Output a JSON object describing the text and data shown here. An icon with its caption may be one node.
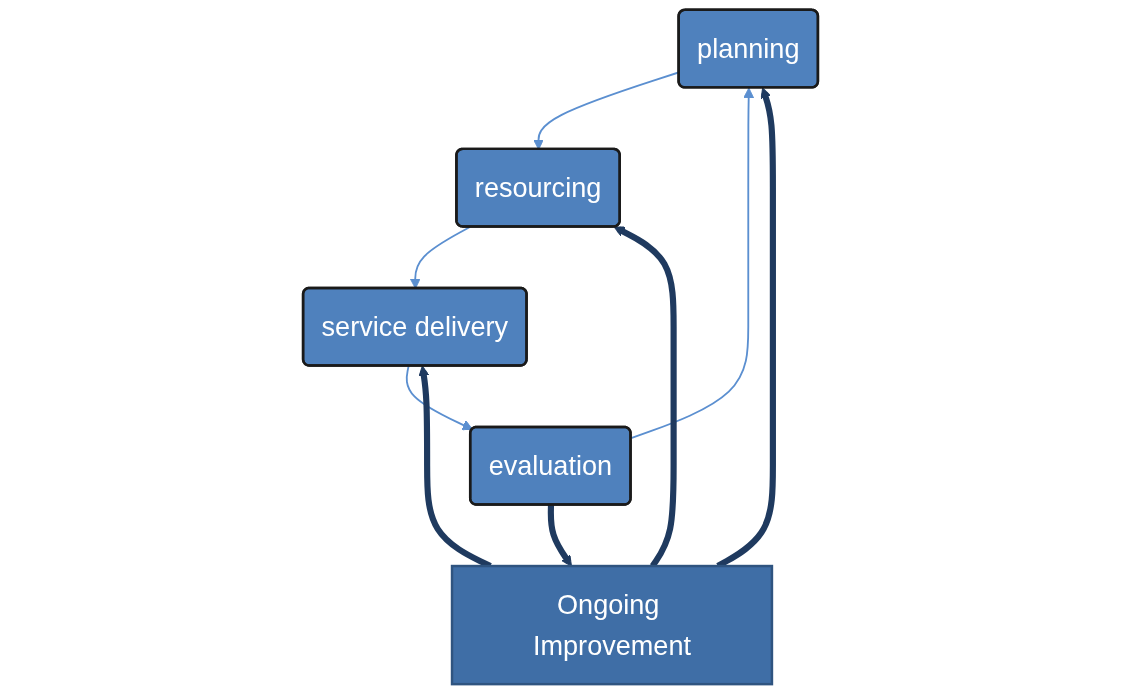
{
  "diagram": {
    "nodes": [
      {
        "text": [
          "planning"
        ]
      },
      {
        "text": [
          "evaluation"
        ]
      },
      {
        "text": [
          "Ongoing Improvement"
        ]
      },
      {
        "text": [
          "resourcing"
        ]
      },
      {
        "text": [
          "service delivery"
        ]
      }
    ],
    "edges": [
      {
        "from": 0,
        "to": 3,
        "arrow": "to",
        "color": "#5b8fd0"
      },
      {
        "from": 3,
        "to": 4,
        "arrow": "to",
        "color": "#5b8fd0"
      },
      {
        "from": 4,
        "to": 1,
        "arrow": "to",
        "color": "#5b8fd0"
      },
      {
        "from": 1,
        "to": 0,
        "arrow": "to",
        "color": "#5b8fd0"
      },
      {
        "from": 1,
        "to": 2,
        "arrow": "to",
        "style": "thick",
        "color": "#1f3a5f"
      },
      {
        "from": 2,
        "to": 0,
        "arrow": "to",
        "style": "thick",
        "color": "#1f3a5f"
      },
      {
        "from": 2,
        "to": 3,
        "arrow": "to",
        "style": "thick",
        "color": "#1f3a5f"
      },
      {
        "from": 2,
        "to": 4,
        "arrow": "to",
        "style": "thick",
        "color": "#1f3a5f"
      }
    ]
  }
}
